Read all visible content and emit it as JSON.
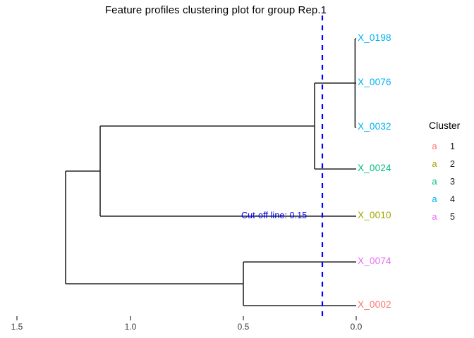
{
  "title": "Feature profiles clustering plot for group Rep.1",
  "cutoff": {
    "label": "Cut-off line: 0.15",
    "value": 0.15,
    "color": "#0000ff",
    "style": "dashed"
  },
  "axis": {
    "ticks": [
      "1.5",
      "1.0",
      "0.5",
      "0.0"
    ],
    "tick_values": [
      1.5,
      1.0,
      0.5,
      0.0
    ],
    "reversed": true,
    "label": ""
  },
  "legend": {
    "title": "Cluster",
    "glyph": "a",
    "items": [
      {
        "label": "1",
        "color": "#F8766D"
      },
      {
        "label": "2",
        "color": "#A3A500"
      },
      {
        "label": "3",
        "color": "#00BF7D"
      },
      {
        "label": "4",
        "color": "#00B0F6"
      },
      {
        "label": "5",
        "color": "#E76BF3"
      }
    ]
  },
  "leaves": [
    {
      "label": "X_0198",
      "cluster": 4,
      "color": "#00B0F6"
    },
    {
      "label": "X_0076",
      "cluster": 4,
      "color": "#00B0F6"
    },
    {
      "label": "X_0032",
      "cluster": 4,
      "color": "#00B0F6"
    },
    {
      "label": "X_0024",
      "cluster": 3,
      "color": "#00BF7D"
    },
    {
      "label": "X_0010",
      "cluster": 2,
      "color": "#A3A500"
    },
    {
      "label": "X_0074",
      "cluster": 5,
      "color": "#E76BF3"
    },
    {
      "label": "X_0002",
      "cluster": 1,
      "color": "#F8766D"
    }
  ],
  "chart_data": {
    "type": "dendrogram",
    "title": "Feature profiles clustering plot for group Rep.1",
    "xlabel": "",
    "ylabel": "",
    "orientation": "horizontal",
    "xlim": [
      1.5,
      0.0
    ],
    "x_ticks": [
      1.5,
      1.0,
      0.5,
      0.0
    ],
    "grid": false,
    "legend_position": "right",
    "leaf_order": [
      "X_0198",
      "X_0076",
      "X_0032",
      "X_0024",
      "X_0010",
      "X_0074",
      "X_0002"
    ],
    "leaf_clusters": [
      4,
      4,
      4,
      3,
      2,
      5,
      1
    ],
    "cut_height": 0.15,
    "merges": [
      {
        "id": "n1",
        "children": [
          "X_0198",
          "X_0076"
        ],
        "height": 0.005
      },
      {
        "id": "n2",
        "children": [
          "n1",
          "X_0032"
        ],
        "height": 0.005
      },
      {
        "id": "n3",
        "children": [
          "n2",
          "X_0024"
        ],
        "height": 0.185
      },
      {
        "id": "n4",
        "children": [
          "X_0074",
          "X_0002"
        ],
        "height": 0.5
      },
      {
        "id": "n5",
        "children": [
          "n3",
          "X_0010"
        ],
        "height": 1.135
      },
      {
        "id": "n6",
        "children": [
          "n5",
          "n4"
        ],
        "height": 1.285
      }
    ]
  }
}
